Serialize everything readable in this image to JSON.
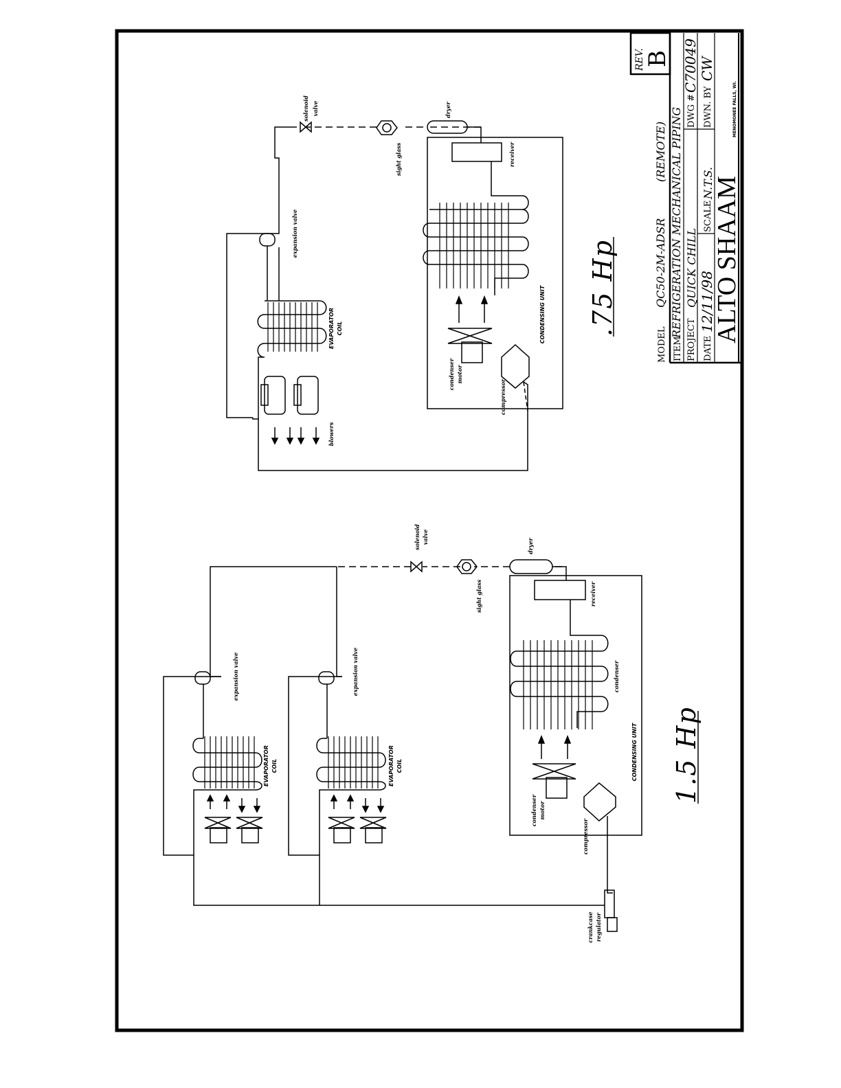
{
  "title_block": {
    "model_label": "MODEL",
    "model_value": "QC50-2M-ADSR",
    "model_note": "(REMOTE)",
    "item_label": "ITEM",
    "item_value": "REFRIGERATION MECHANICAL PIPING",
    "project_label": "PROJECT",
    "project_value": "QUICK CHILL",
    "dwg_label": "DWG #",
    "dwg_value": "C70049",
    "date_label": "DATE",
    "date_value": "12/11/98",
    "scale_label": "SCALE",
    "scale_value": "N.T.S.",
    "drawn_label": "DWN. BY",
    "drawn_value": "CW",
    "company": "ALTO SHAAM",
    "location": "MENOMONEE FALLS, WI.",
    "rev_label": "REV.",
    "rev_value": "B"
  },
  "system_small": {
    "heading": ".75 Hp",
    "labels": {
      "solenoid": "solenoid",
      "valve": "valve",
      "dryer": "dryer",
      "sight_glass": "sight glass",
      "receiver": "receiver",
      "expansion_valve": "expansion valve",
      "evaporator": "EVAPORATOR",
      "coil": "COIL",
      "blowers": "blowers",
      "condenser": "condenser",
      "motor": "motor",
      "compressor": "compressor",
      "condensing_unit": "CONDENSING UNIT"
    }
  },
  "system_large": {
    "heading": "1.5 Hp",
    "labels": {
      "solenoid": "solenoid",
      "valve": "valve",
      "dryer": "dryer",
      "sight_glass": "sight glass",
      "receiver": "receiver",
      "expansion_valve_1": "expansion valve",
      "expansion_valve_2": "expansion valve",
      "evaporator_1": "EVAPORATOR",
      "coil_1": "COIL",
      "evaporator_2": "EVAPORATOR",
      "coil_2": "COIL",
      "condenser_coil": "condenser",
      "condenser": "condenser",
      "motor": "motor",
      "compressor": "compressor",
      "condensing_unit": "CONDENSING UNIT",
      "crankcase": "crankcase",
      "regulator": "regulator"
    }
  }
}
